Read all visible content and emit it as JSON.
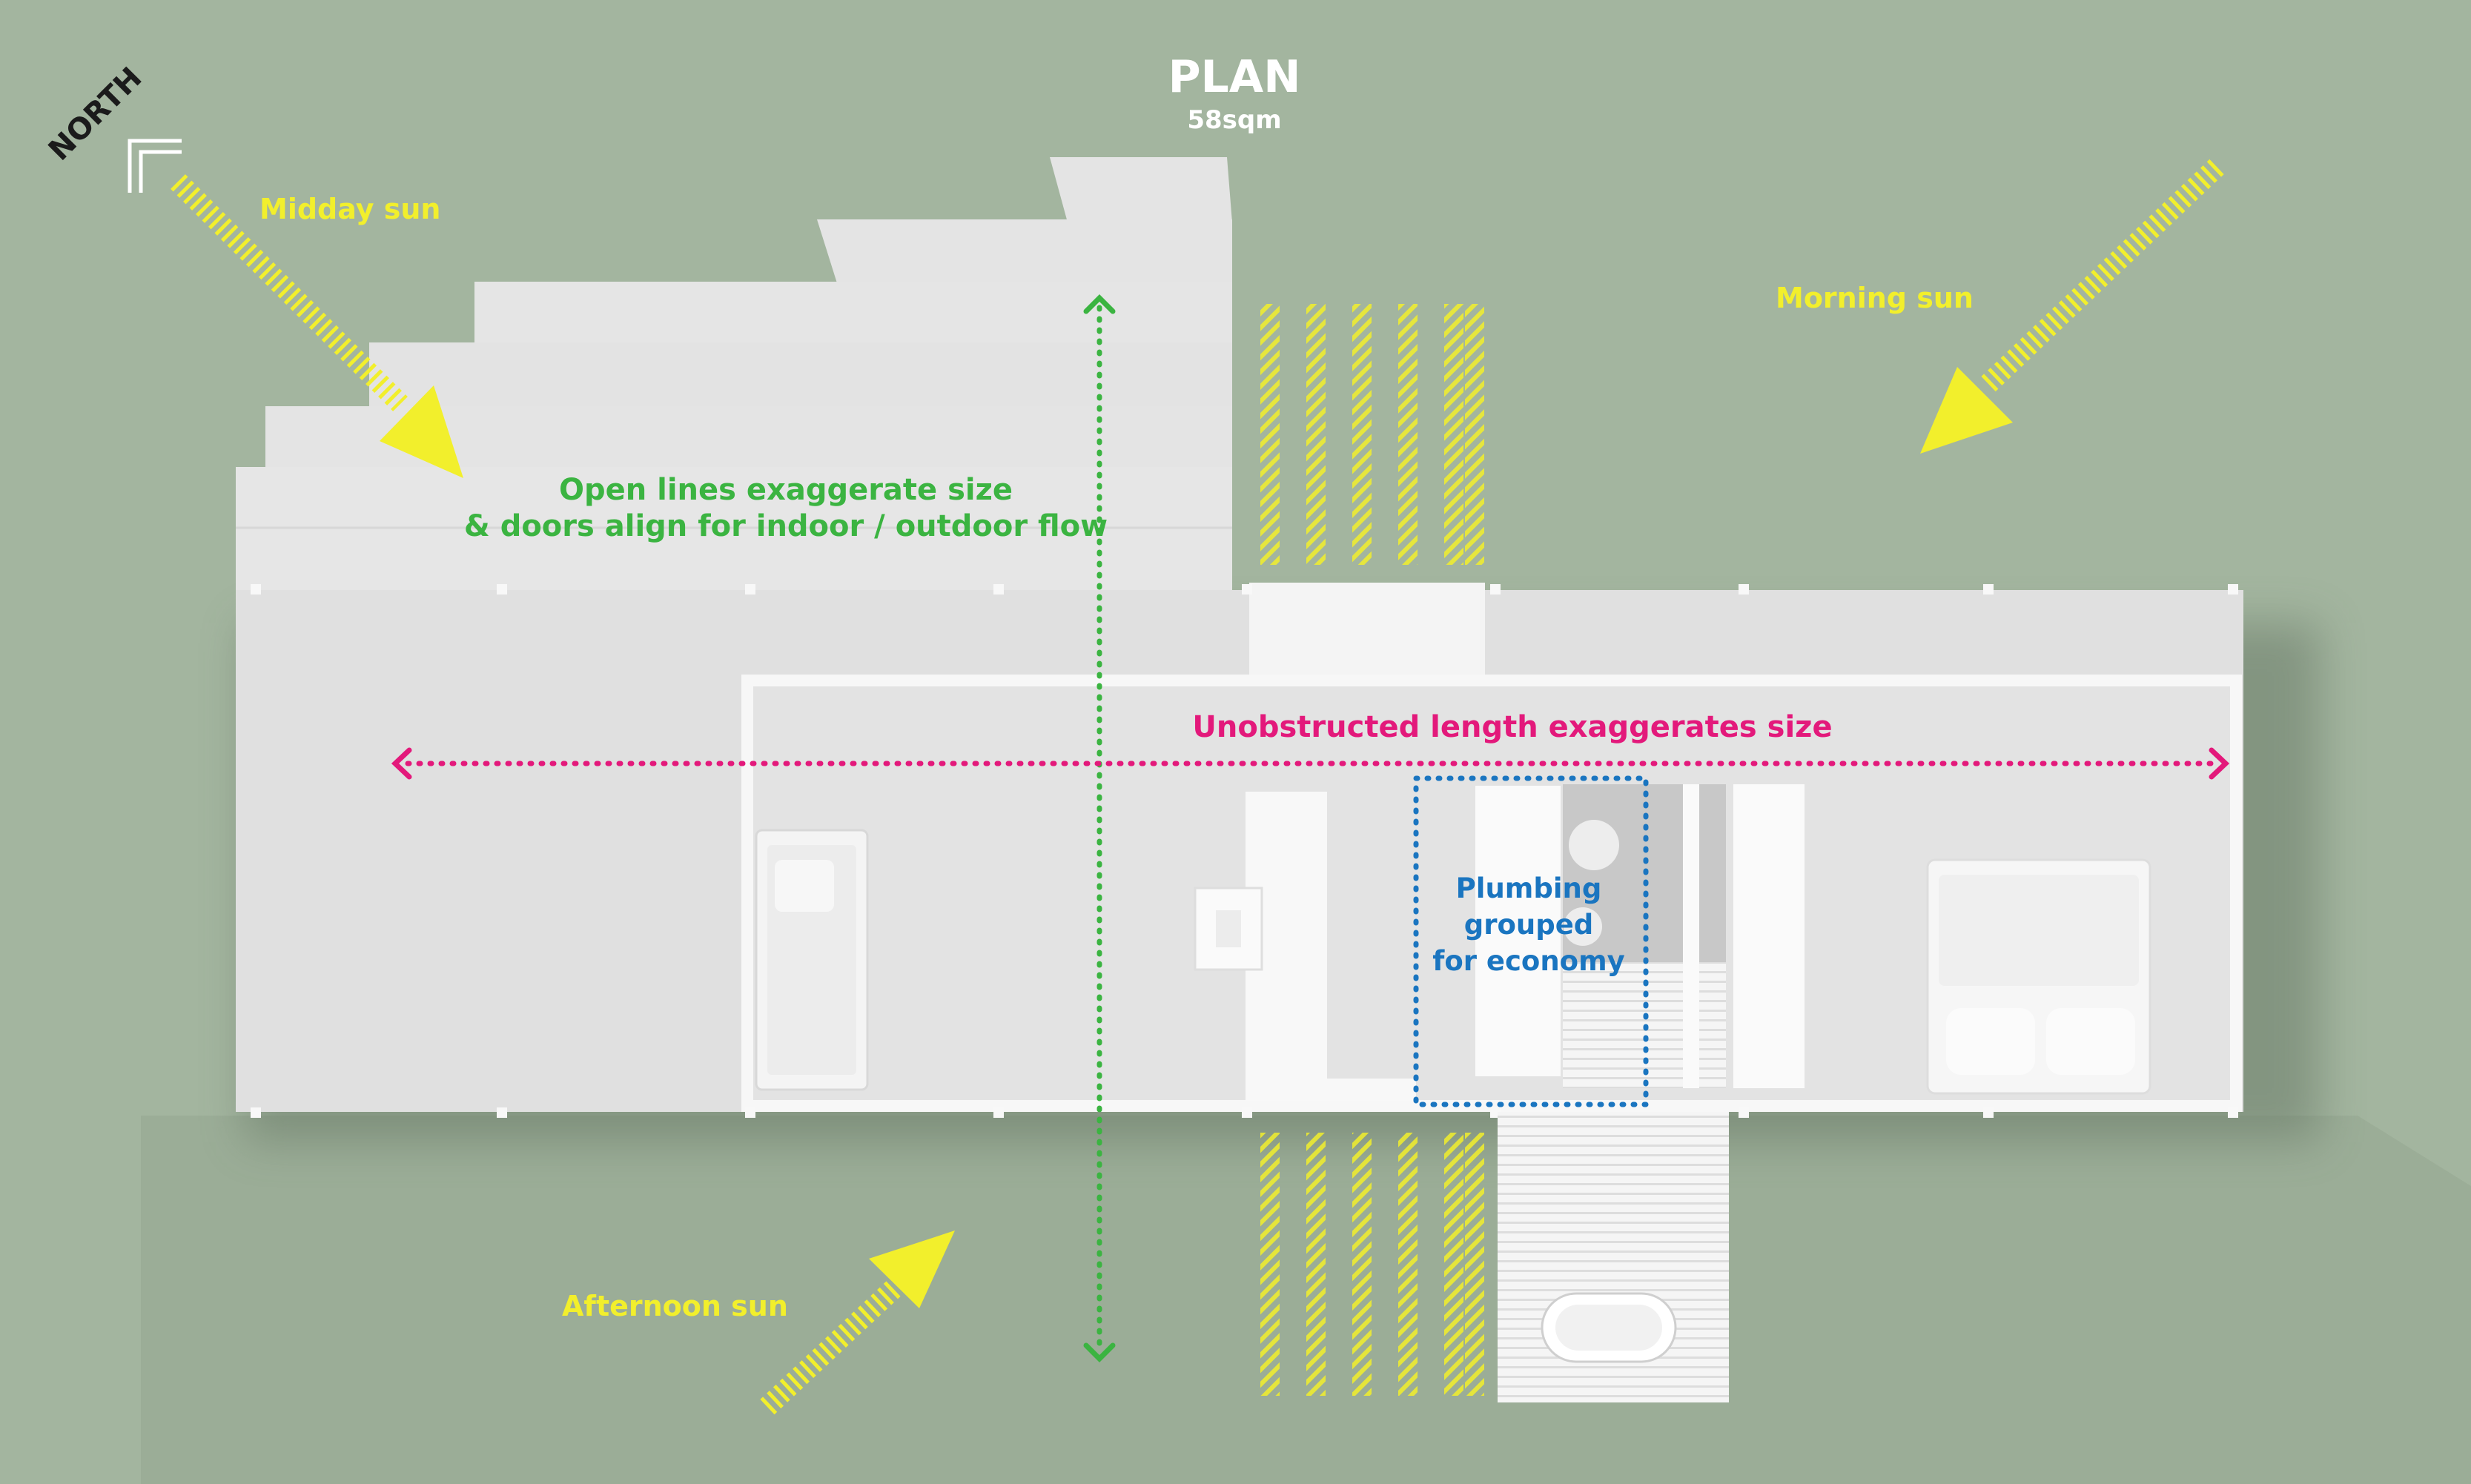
{
  "title": "PLAN",
  "area": "58sqm",
  "north_label": "NORTH",
  "sun_labels": {
    "midday": "Midday sun",
    "morning": "Morning sun",
    "afternoon": "Afternoon sun"
  },
  "annotations": {
    "open_lines": [
      "Open lines exaggerate size",
      "& doors align for indoor / outdoor flow"
    ],
    "unobstructed": "Unobstructed length exaggerates size",
    "plumbing": [
      "Plumbing",
      "grouped",
      "for economy"
    ]
  },
  "colors": {
    "background": "#a3b59f",
    "sun": "#f2ef2c",
    "flow": "#3bb441",
    "length": "#e3197b",
    "plumbing": "#1a75c0",
    "model": "#e9e9e9"
  }
}
